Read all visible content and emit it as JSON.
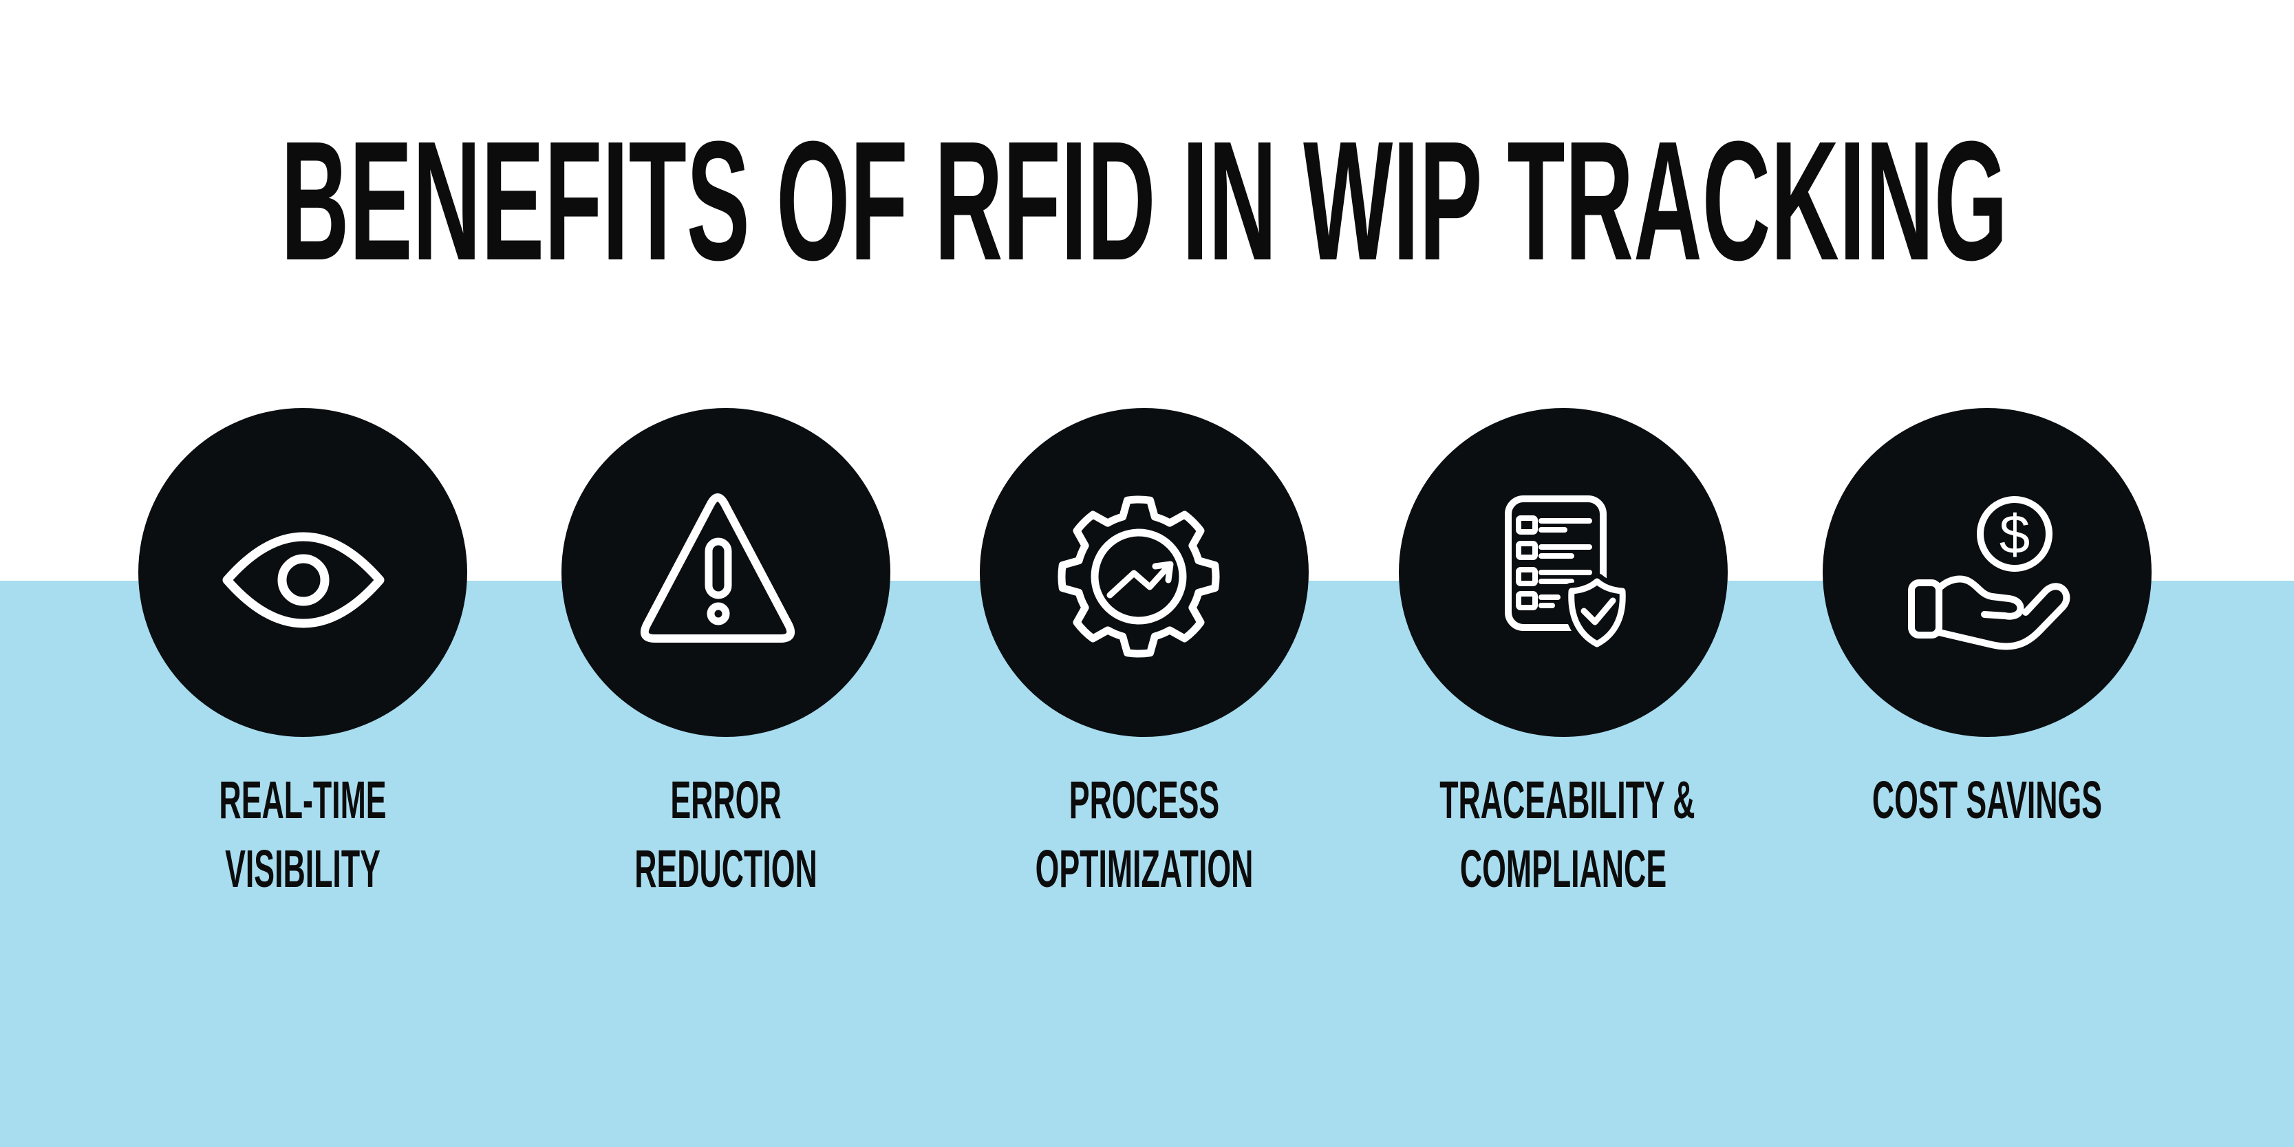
{
  "title": "BENEFITS OF RFID IN WIP TRACKING",
  "colors": {
    "background_top": "#ffffff",
    "background_band": "#a8dcef",
    "circle_fill": "#0a0e11",
    "icon_stroke": "#ffffff",
    "text": "#0c0c0c"
  },
  "benefits": [
    {
      "icon": "eye-icon",
      "label_lines": [
        "REAL-TIME",
        "VISIBILITY"
      ]
    },
    {
      "icon": "warning-triangle-icon",
      "label_lines": [
        "ERROR",
        "REDUCTION"
      ]
    },
    {
      "icon": "gear-growth-icon",
      "label_lines": [
        "PROCESS",
        "OPTIMIZATION"
      ]
    },
    {
      "icon": "checklist-shield-icon",
      "label_lines": [
        "TRACEABILITY &",
        "COMPLIANCE"
      ]
    },
    {
      "icon": "hand-dollar-icon",
      "label_lines": [
        "COST SAVINGS"
      ],
      "dollar_symbol": "$"
    }
  ]
}
